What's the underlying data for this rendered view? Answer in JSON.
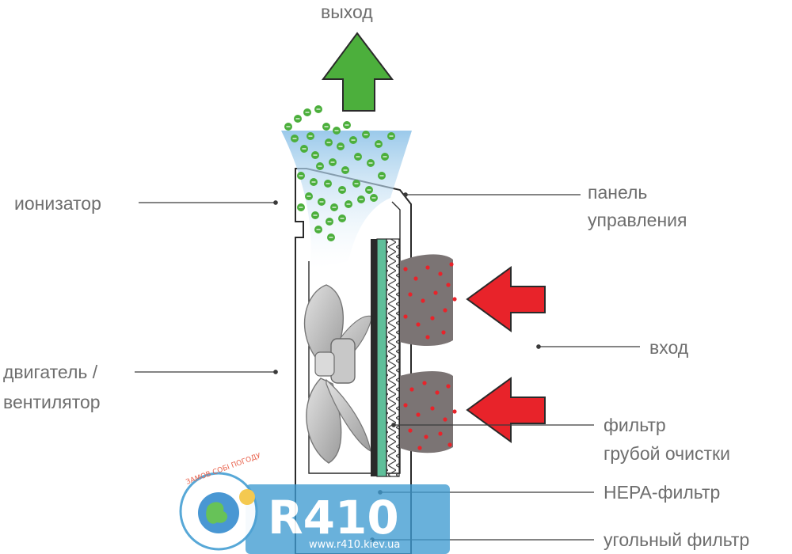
{
  "labels": {
    "output": "выход",
    "ionizer": "ионизатор",
    "control_panel_1": "панель",
    "control_panel_2": "управления",
    "input": "вход",
    "motor_fan_1": "двигатель /",
    "motor_fan_2": "вентилятор",
    "prefilter_1": "фильтр",
    "prefilter_2": "грубой очистки",
    "hepa": "HEPA-фильтр",
    "carbon": "угольный фильтр"
  },
  "colors": {
    "output_arrow": "#4caf3c",
    "input_arrow": "#e8232a",
    "air_stream": "#8fc3e8",
    "ion_particles": "#4caf3c",
    "dust_block": "#7b7474",
    "dust_particles": "#e8232a",
    "hepa_layer": "#5fbf9a",
    "watermark_bg": "#3f9bd1"
  },
  "watermark": {
    "logo": "R410",
    "arc_text": "ЗАМОВ СОБІ ПОГОДУ",
    "url": "www.r410.kiev.ua"
  }
}
